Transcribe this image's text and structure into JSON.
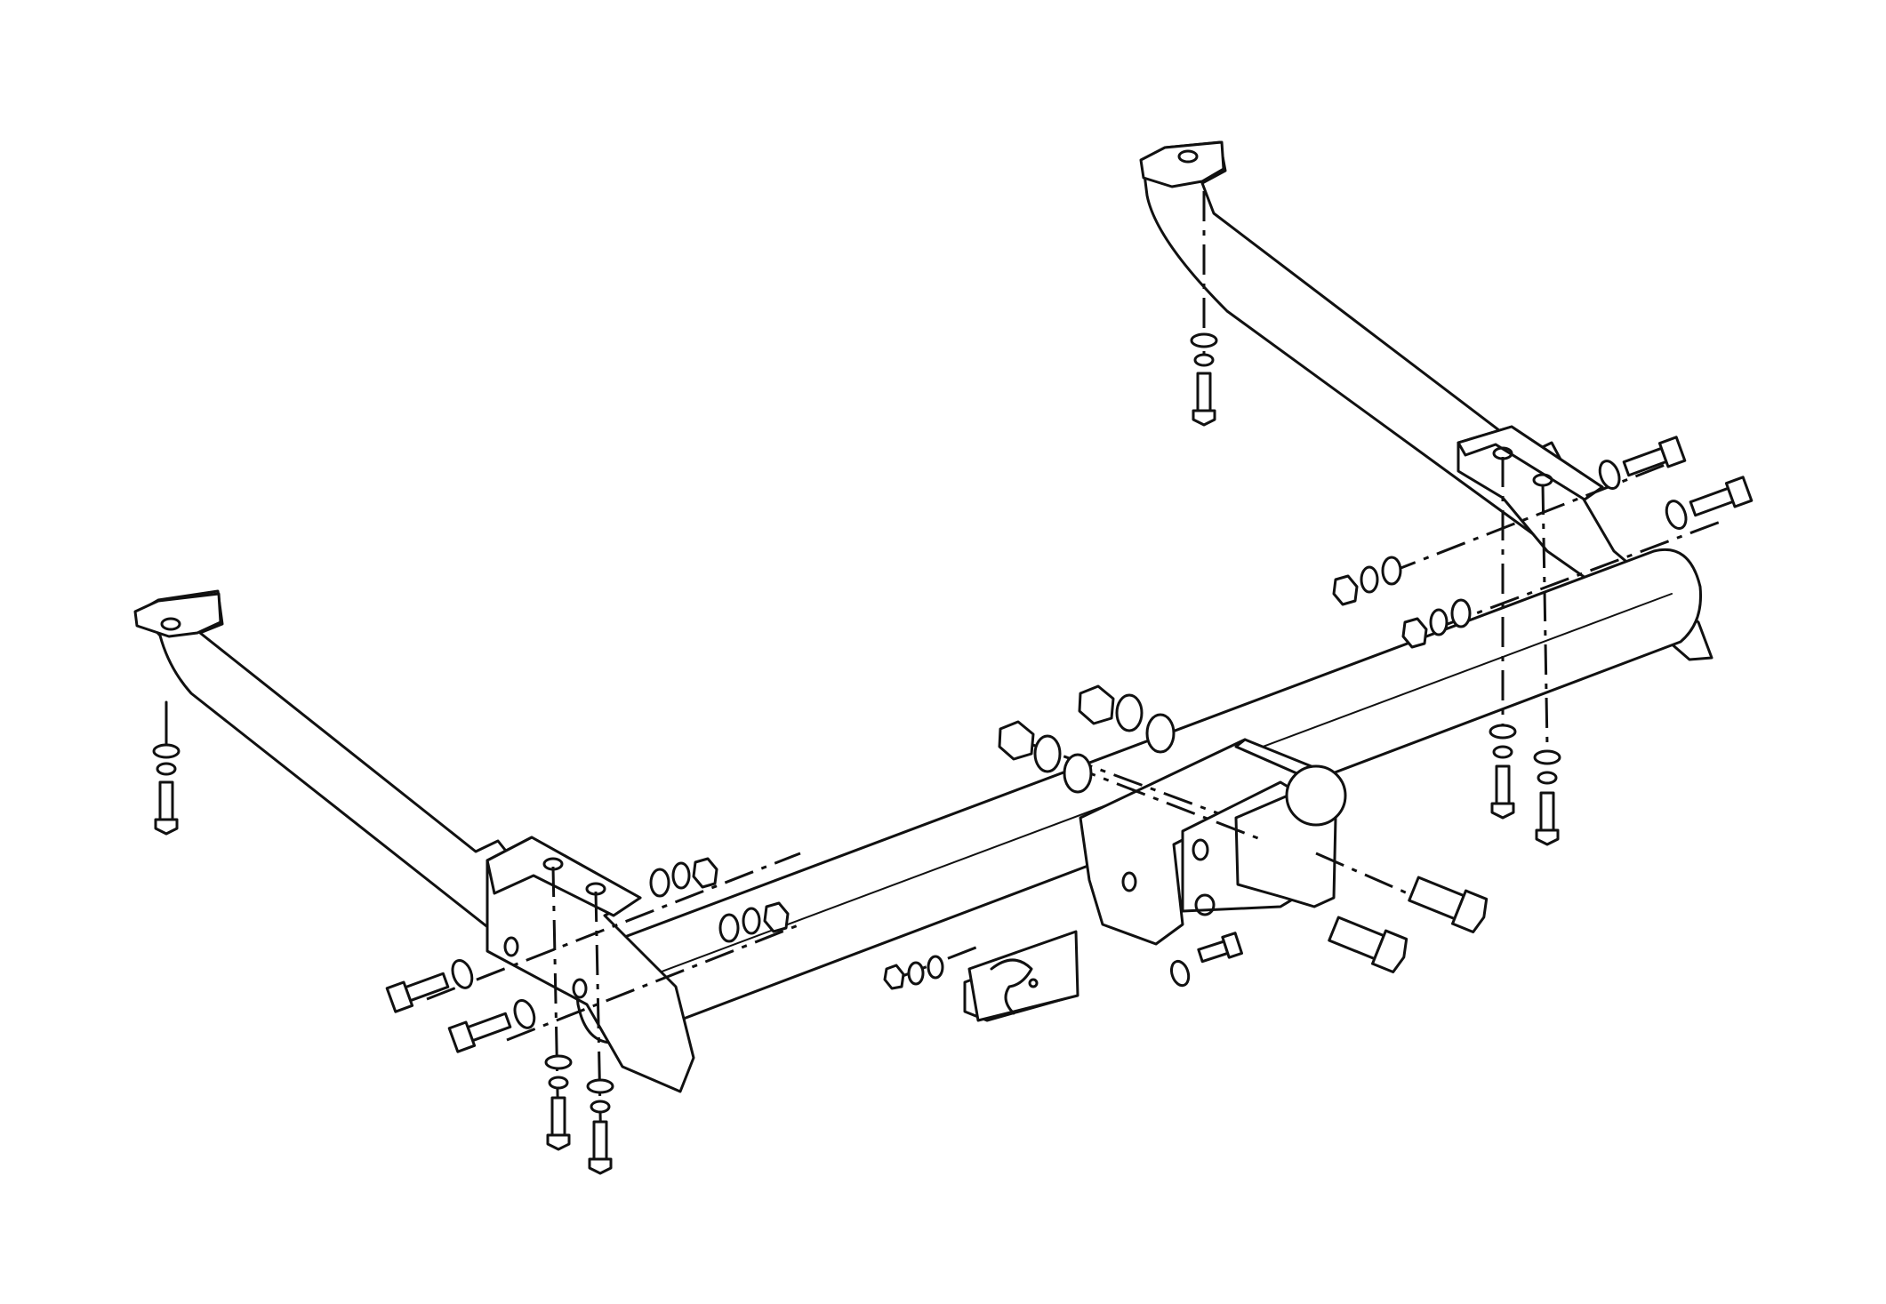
{
  "diagram": {
    "subject": "tow-bar-exploded-assembly",
    "colors": {
      "line": "#111111",
      "background": "#ffffff",
      "part_fill": "#ffffff"
    },
    "parts": [
      "left-mounting-arm",
      "right-mounting-arm",
      "left-end-bracket",
      "right-end-bracket",
      "cross-beam",
      "center-tow-bracket",
      "tow-ball",
      "electrical-socket-plate",
      "bolts",
      "nuts",
      "washers"
    ]
  }
}
